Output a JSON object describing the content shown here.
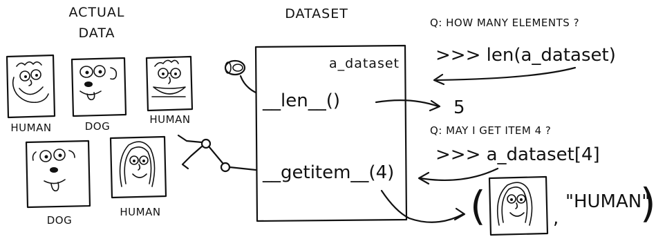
{
  "left": {
    "title_line1": "ACTUAL",
    "title_line2": "DATA",
    "items": [
      {
        "kind": "human",
        "label": "HUMAN"
      },
      {
        "kind": "dog",
        "label": "DOG"
      },
      {
        "kind": "human",
        "label": "HUMAN"
      },
      {
        "kind": "dog",
        "label": "DOG"
      },
      {
        "kind": "human",
        "label": "HUMAN"
      }
    ]
  },
  "dataset": {
    "title": "DATASET",
    "name": "a_dataset",
    "len_method": "__len__()",
    "getitem_method": "__getitem__(4)"
  },
  "qa": {
    "q1": "Q: HOW MANY ELEMENTS ?",
    "code1": ">>> len(a_dataset)",
    "answer1": "5",
    "q2": "Q: MAY I GET ITEM 4 ?",
    "code2": ">>> a_dataset[4]",
    "result_label": "\"HUMAN\"",
    "result_open": "(",
    "result_comma": ",",
    "result_close": ")"
  }
}
